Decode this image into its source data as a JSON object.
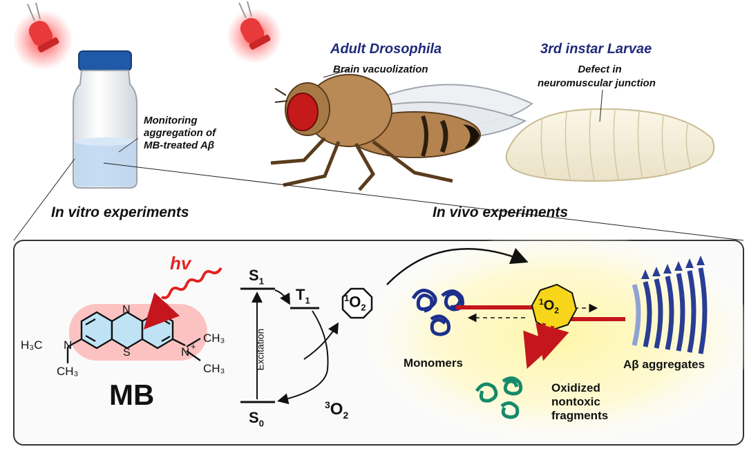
{
  "top": {
    "adult_title": "Adult Drosophila",
    "adult_note": "Brain vacuolization",
    "larvae_title": "3rd instar Larvae",
    "larvae_note_line1": "Defect in",
    "larvae_note_line2": "neuromuscular junction",
    "vial_note_line1": "Monitoring",
    "vial_note_line2": "aggregation of",
    "vial_note_line3": "MB-treated Aβ",
    "in_vitro": "In vitro experiments",
    "in_vivo": "In vivo experiments"
  },
  "panel": {
    "hv": "hv",
    "mb": "MB",
    "ring_n": "N",
    "ring_s": "S",
    "left_amine_h3c": "H₃C",
    "left_amine_n": "N",
    "left_amine_ch3": "CH₃",
    "right_amine_n": "N",
    "right_amine_plus": "+",
    "right_amine_ch3_top": "CH₃",
    "right_amine_ch3_bottom": "CH₃",
    "s1": "S",
    "s1_sub": "1",
    "t1": "T",
    "t1_sub": "1",
    "s0": "S",
    "s0_sub": "0",
    "excitation": "Excitation",
    "singlet_o2": "O",
    "singlet_sup": "1",
    "singlet_sub": "2",
    "triplet_o2": "O",
    "triplet_sup": "3",
    "triplet_sub": "2",
    "hex_o2": "O",
    "hex_sup": "1",
    "hex_sub": "2",
    "monomers": "Monomers",
    "aggregates": "Aβ aggregates",
    "oxidized_line1": "Oxidized",
    "oxidized_line2": "nontoxic",
    "oxidized_line3": "fragments"
  }
}
